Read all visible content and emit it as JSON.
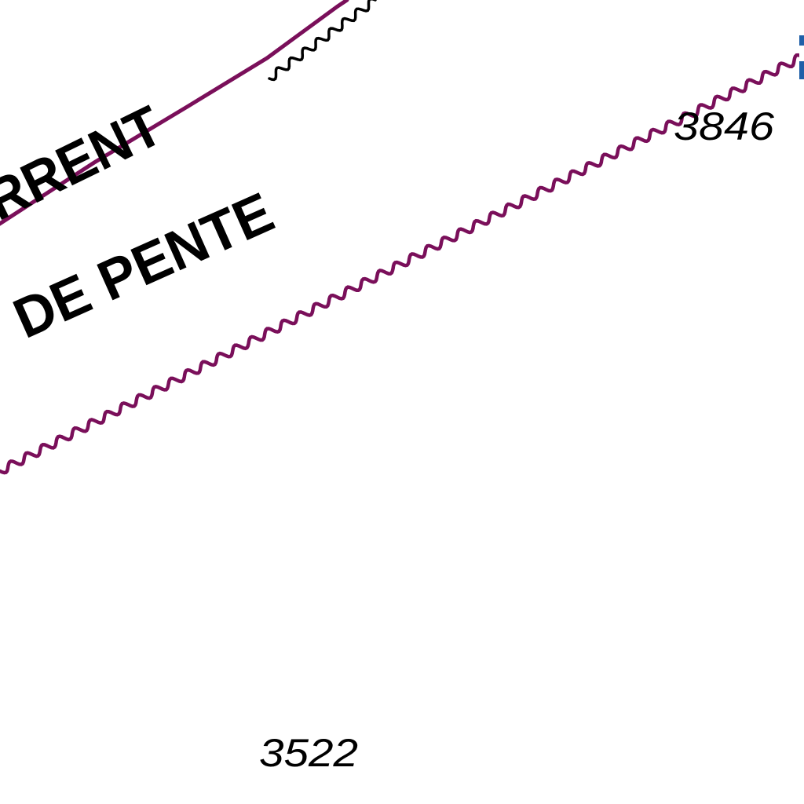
{
  "map": {
    "labels": {
      "current": "RRENT",
      "slope": "DE PENTE"
    },
    "soundings": {
      "upper_right": "3846",
      "lower": "3522"
    },
    "colors": {
      "background": "#ffffff",
      "boundary": "#7a0f5a",
      "text": "#000000",
      "edge_marker": "#1f5fa8"
    }
  }
}
